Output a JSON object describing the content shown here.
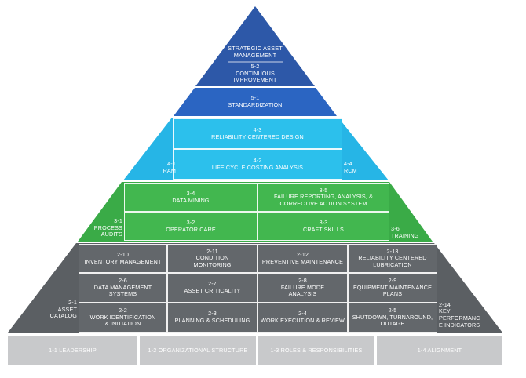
{
  "colors": {
    "dark_blue": "#2d58a8",
    "mid_blue": "#2b65c2",
    "light_blue": "#26b5e6",
    "light_blue_box": "#2cc0ec",
    "green": "#3aab47",
    "green_box": "#42b74f",
    "dark_gray": "#5b5f63",
    "gray_box": "#63676b",
    "foundation_gray": "#c8c9cb"
  },
  "level5": {
    "top": "STRATEGIC ASSET\nMANAGEMENT",
    "continuous": "5-2\nCONTINUOUS\nIMPROVEMENT",
    "standardization": "5-1\nSTANDARDIZATION"
  },
  "level4": {
    "ram": "4-1\nRAM",
    "rcm": "4-4\nRCM",
    "rcd": "4-3\nRELIABILITY CENTERED DESIGN",
    "lcca": "4-2\nLIFE CYCLE COSTING ANALYSIS"
  },
  "level3": {
    "process_audits": "3-1\nPROCESS\nAUDITS",
    "training": "3-6 TRAINING",
    "data_mining": "3-4\nDATA MINING",
    "failure_reporting": "3-5\nFAILURE REPORTING, ANALYSIS, &\nCORRECTIVE ACTION SYSTEM",
    "operator_care": "3-2\nOPERATOR CARE",
    "craft_skills": "3-3\nCRAFT SKILLS"
  },
  "level2": {
    "asset_catalog": "2-1\nASSET\nCATALOG",
    "kpi": "2-14\nKEY\nPERFORMANC\nE INDICATORS",
    "inventory": "2-10\nINVENTORY MANAGEMENT",
    "condition": "2-11\nCONDITION\nMONITORING",
    "preventive": "2-12\nPREVENTIVE MAINTENANCE",
    "lubrication": "2-13\nRELIABILITY CENTERED\nLUBRICATION",
    "data_mgmt": "2-6\nDATA MANAGEMENT\nSYSTEMS",
    "criticality": "2-7\nASSET CRITICALITY",
    "fmea": "2-8\nFAILURE MODE\nANALYSIS",
    "equipment_plans": "2-9\nEQUIPMENT MAINTENANCE\nPLANS",
    "work_id": "2-2\nWORK IDENTIFICATION\n& INITIATION",
    "planning": "2-3\nPLANNING & SCHEDULING",
    "work_exec": "2-4\nWORK EXECUTION & REVIEW",
    "shutdown": "2-5\nSHUTDOWN, TURNAROUND,\nOUTAGE"
  },
  "level1": {
    "leadership": "1-1 LEADERSHIP",
    "org_structure": "1-2 ORGANIZATIONAL STRUCTURE",
    "roles": "1-3 ROLES & RESPONSIBILITIES",
    "alignment": "1-4 ALIGNMENT"
  }
}
